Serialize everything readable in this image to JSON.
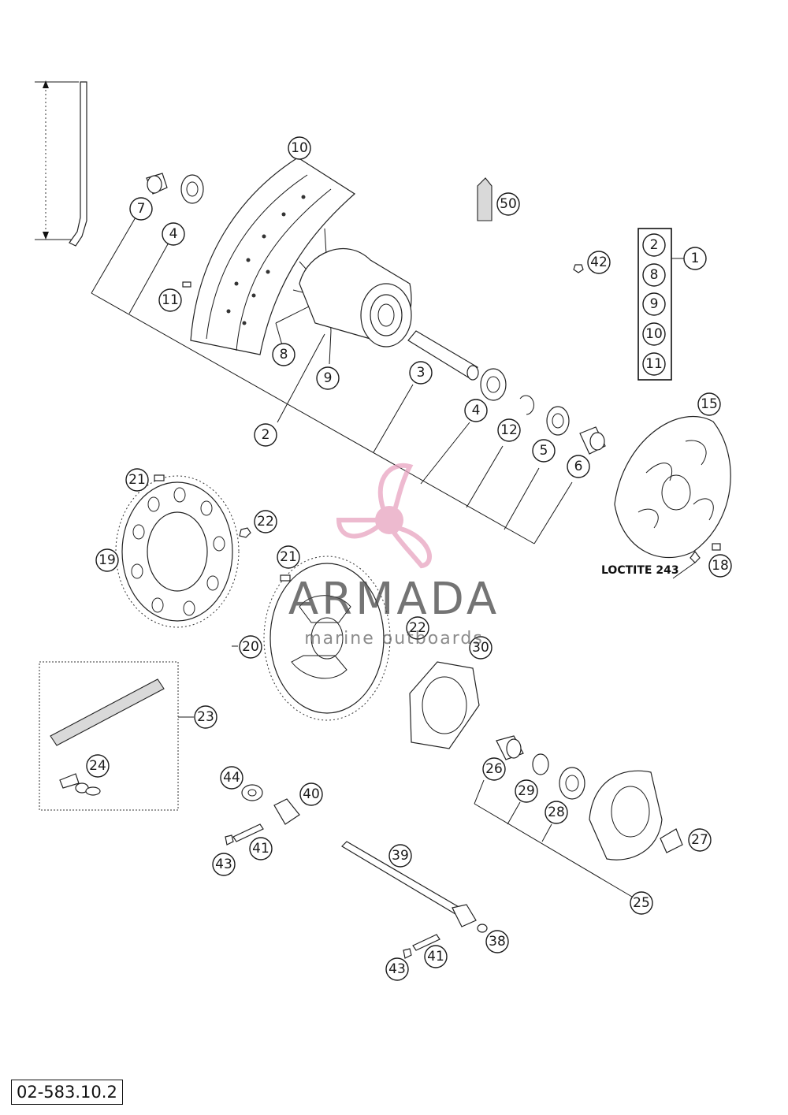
{
  "drawing_number": "02-583.10.2",
  "note": "LOCTITE 243",
  "watermark": {
    "brand": "ARMADA",
    "tagline": "marine outboards"
  },
  "colors": {
    "line": "#1a1a1a",
    "watermark_pink": "#e8a3c0",
    "watermark_grey": "#555555"
  },
  "callouts": [
    "1",
    "2",
    "3",
    "4",
    "5",
    "6",
    "7",
    "8",
    "9",
    "10",
    "11",
    "12",
    "15",
    "18",
    "19",
    "20",
    "21",
    "22",
    "23",
    "24",
    "25",
    "26",
    "27",
    "28",
    "29",
    "30",
    "38",
    "39",
    "40",
    "41",
    "42",
    "43",
    "44",
    "50"
  ],
  "kit_list": [
    "2",
    "8",
    "9",
    "10",
    "11"
  ]
}
